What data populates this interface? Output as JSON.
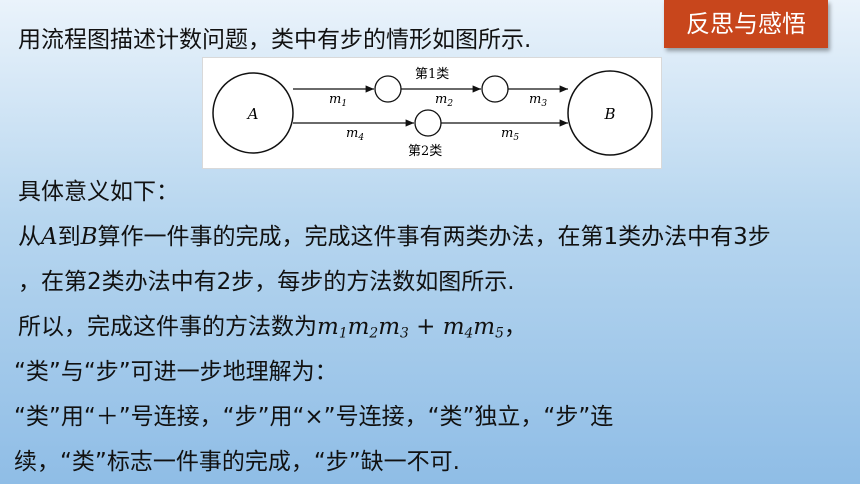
{
  "badge": "反思与感悟",
  "intro": "用流程图描述计数问题，类中有步的情形如图所示.",
  "diagram": {
    "node_a": "A",
    "node_b": "B",
    "class1": "第1类",
    "class2": "第2类",
    "m1": "m",
    "m1_sub": "1",
    "m2": "m",
    "m2_sub": "2",
    "m3": "m",
    "m3_sub": "3",
    "m4": "m",
    "m4_sub": "4",
    "m5": "m",
    "m5_sub": "5"
  },
  "text": {
    "meaning_heading": "具体意义如下：",
    "line1_part1": "从",
    "line1_A": "A",
    "line1_part2": "到",
    "line1_B": "B",
    "line1_part3": "算作一件事的完成，完成这件事有两类办法，在第1类办法中有3步",
    "line2": "，在第2类办法中有2步，每步的方法数如图所示.",
    "line3_prefix": "所以，完成这件事的方法数为",
    "line3_suffix": "，",
    "line4": "“类”与“步”可进一步地理解为：",
    "line5": "“类”用“＋”号连接，“步”用“×”号连接，“类”独立，“步”连",
    "line6": "续，“类”标志一件事的完成，“步”缺一不可."
  },
  "formula": {
    "m": "m",
    "s1": "1",
    "s2": "2",
    "s3": "3",
    "s4": "4",
    "s5": "5",
    "plus": " + "
  }
}
